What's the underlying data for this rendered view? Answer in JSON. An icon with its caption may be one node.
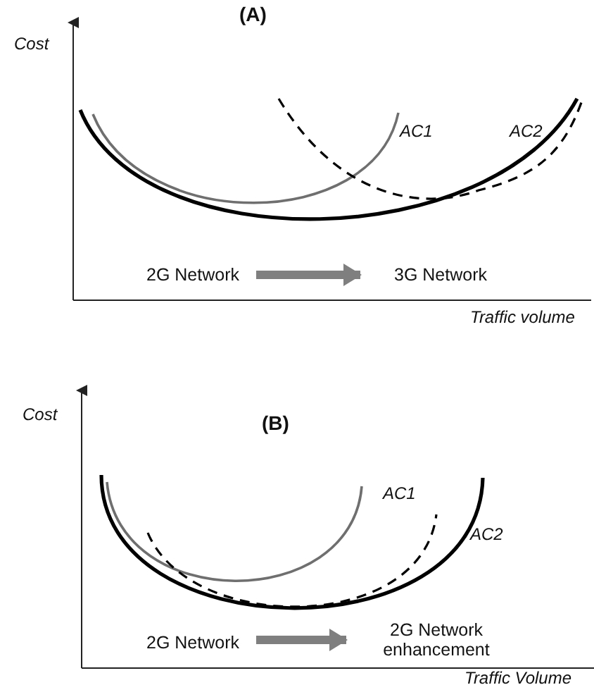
{
  "diagram": {
    "nodes": [
      {
        "text": [
          "2G Network"
        ]
      },
      {
        "text": [
          "3G Network"
        ]
      },
      {
        "text": [
          "2G Network"
        ]
      },
      {
        "text": [
          "2G Network enhancement"
        ]
      }
    ],
    "edges": [
      {
        "from": 0,
        "to": 1,
        "arrow": "to"
      },
      {
        "from": 2,
        "to": 3,
        "arrow": "to"
      }
    ],
    "labels": [
      "(A)",
      "Cost",
      "AC1",
      "AC2",
      "Traffic volume",
      "(B)",
      "Cost",
      "AC1",
      "AC2",
      "Traffic Volume"
    ]
  }
}
